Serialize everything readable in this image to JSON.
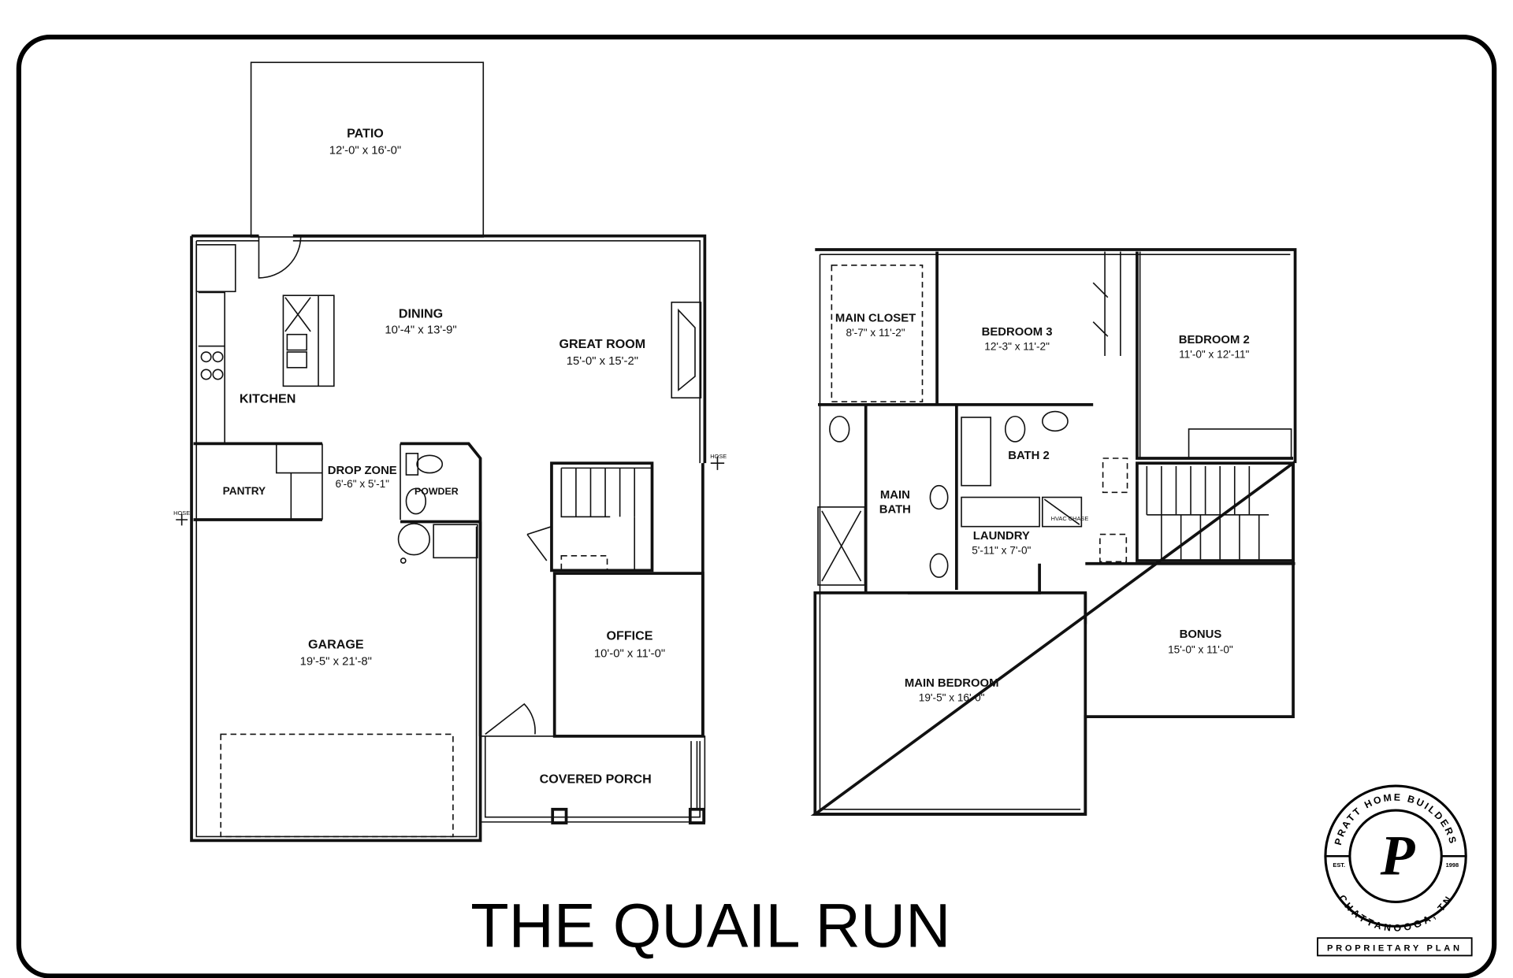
{
  "title": "THE QUAIL RUN",
  "first_floor": {
    "rooms": [
      {
        "name": "PATIO",
        "size": "12'-0\" x 16'-0\""
      },
      {
        "name": "DINING",
        "size": "10'-4\" x 13'-9\""
      },
      {
        "name": "GREAT ROOM",
        "size": "15'-0\" x 15'-2\""
      },
      {
        "name": "KITCHEN",
        "size": ""
      },
      {
        "name": "PANTRY",
        "size": ""
      },
      {
        "name": "DROP ZONE",
        "size": "6'-6\" x 5'-1\""
      },
      {
        "name": "POWDER",
        "size": ""
      },
      {
        "name": "GARAGE",
        "size": "19'-5\" x 21'-8\""
      },
      {
        "name": "OFFICE",
        "size": "10'-0\" x 11'-0\""
      },
      {
        "name": "COVERED PORCH",
        "size": ""
      }
    ],
    "hose_labels": [
      "HOSE",
      "HOSE"
    ]
  },
  "second_floor": {
    "rooms": [
      {
        "name": "MAIN CLOSET",
        "size": "8'-7\" x 11'-2\""
      },
      {
        "name": "BEDROOM 3",
        "size": "12'-3\" x 11'-2\""
      },
      {
        "name": "BEDROOM 2",
        "size": "11'-0\" x 12'-11\""
      },
      {
        "name": "BATH 2",
        "size": ""
      },
      {
        "name": "MAIN",
        "size": "BATH"
      },
      {
        "name": "LAUNDRY",
        "size": "5'-11\" x 7'-0\""
      },
      {
        "name": "BONUS",
        "size": "15'-0\" x 11'-0\""
      },
      {
        "name": "MAIN BEDROOM",
        "size": "19'-5\" x 16'-0\""
      }
    ],
    "hvac_label": [
      "HVAC",
      "CHASE"
    ]
  },
  "logo": {
    "top_text": "PRATT HOME BUILDERS",
    "bottom_text": "CHATTANOOGA, TN",
    "left": "EST.",
    "right": "1998",
    "monogram": "P"
  },
  "stamp": "PROPRIETARY PLAN"
}
